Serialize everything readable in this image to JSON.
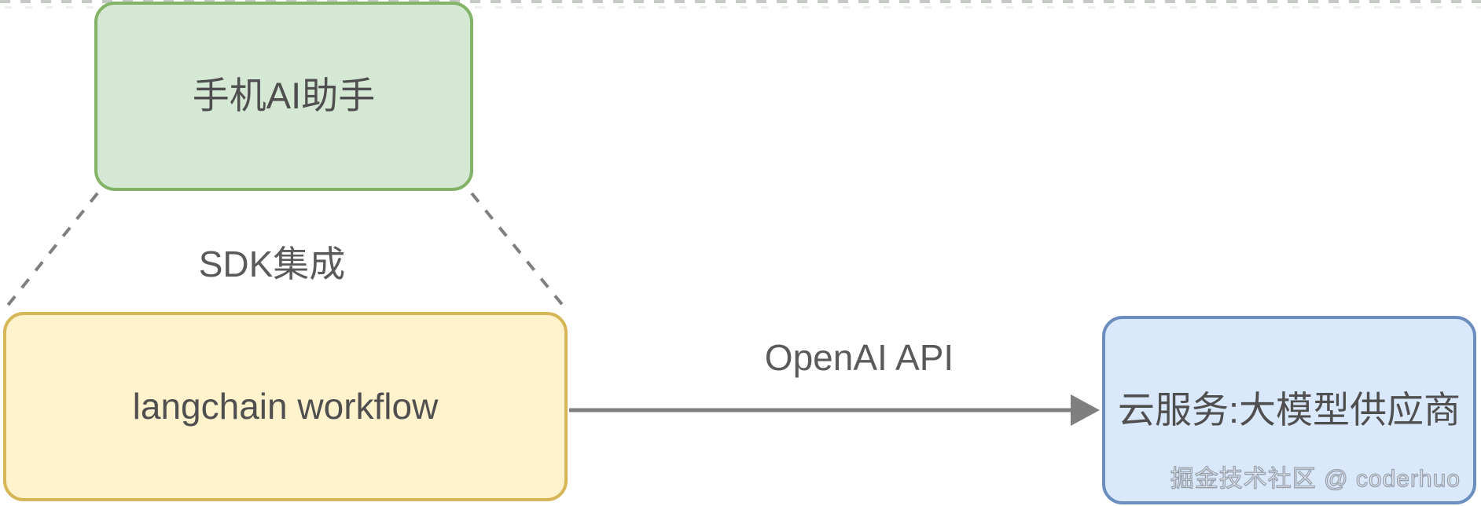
{
  "diagram": {
    "title_hint": "mobile AI assistant via langchain workflow calling cloud LLM provider",
    "nodes": [
      {
        "id": "mobile-ai-assistant",
        "label": "手机AI助手",
        "fill": "#d5e8d4",
        "stroke": "#82b366"
      },
      {
        "id": "langchain-workflow",
        "label": "langchain workflow",
        "fill": "#fff2cc",
        "stroke": "#d6b656"
      },
      {
        "id": "cloud-llm-provider",
        "label": "云服务:大模型供应商",
        "fill": "#dae8fc",
        "stroke": "#6c8ebf"
      }
    ],
    "edges": [
      {
        "id": "sdk-integration",
        "label": "SDK集成",
        "style": "dashed-expansion",
        "from": "mobile-ai-assistant",
        "to": "langchain-workflow"
      },
      {
        "id": "openai-api",
        "label": "OpenAI API",
        "style": "solid-arrow",
        "from": "langchain-workflow",
        "to": "cloud-llm-provider"
      }
    ],
    "watermark": "掘金技术社区 @ coderhuo",
    "colors": {
      "connector": "#7f7f7f",
      "node_text": "#4f4f4f",
      "edge_label_text": "#5a5a5a",
      "background": "#ffffff"
    }
  }
}
